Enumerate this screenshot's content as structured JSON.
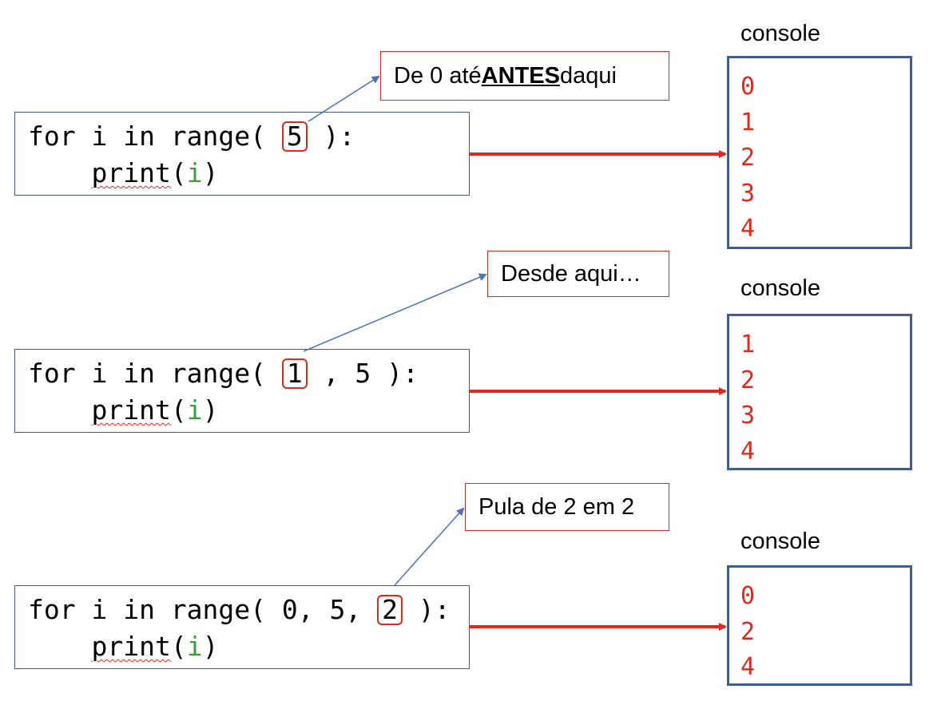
{
  "examples": [
    {
      "code_line1": {
        "before": "for i in range( ",
        "highlight": "5",
        "after": " ):"
      },
      "code_line2": {
        "indent": "    ",
        "fn": "print",
        "open": "(",
        "var": "i",
        "close": ")"
      },
      "callout": {
        "prefix": "De 0 até ",
        "emphasis": "ANTES ",
        "suffix": "daqui"
      },
      "console_label": "console",
      "console_output": [
        "0",
        "1",
        "2",
        "3",
        "4"
      ]
    },
    {
      "code_line1": {
        "before": "for i in range( ",
        "highlight": "1",
        "after": " , 5 ):"
      },
      "code_line2": {
        "indent": "    ",
        "fn": "print",
        "open": "(",
        "var": "i",
        "close": ")"
      },
      "callout": {
        "prefix": "Desde aqui…",
        "emphasis": "",
        "suffix": ""
      },
      "console_label": "console",
      "console_output": [
        "1",
        "2",
        "3",
        "4"
      ]
    },
    {
      "code_line1": {
        "before": "for i in range( 0, 5, ",
        "highlight": "2",
        "after": " ):"
      },
      "code_line2": {
        "indent": "    ",
        "fn": "print",
        "open": "(",
        "var": "i",
        "close": ")"
      },
      "callout": {
        "prefix": "Pula de 2 em 2",
        "emphasis": "",
        "suffix": ""
      },
      "console_label": "console",
      "console_output": [
        "0",
        "2",
        "4"
      ]
    }
  ],
  "colors": {
    "code_border": "#3f5c8a",
    "accent_red": "#e0291d",
    "variable_green": "#3a9e3a",
    "pointer_blue": "#4a72b8"
  }
}
